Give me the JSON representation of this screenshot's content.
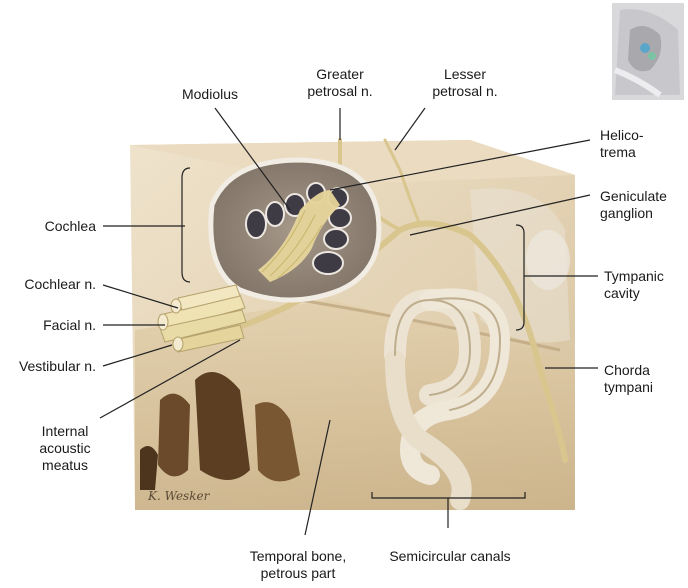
{
  "labels": {
    "modiolus": "Modiolus",
    "greater_petrosal": [
      "Greater",
      "petrosal n."
    ],
    "lesser_petrosal": [
      "Lesser",
      "petrosal n."
    ],
    "helicotrema": [
      "Helico-",
      "trema"
    ],
    "geniculate_ganglion": [
      "Geniculate",
      "ganglion"
    ],
    "cochlea": "Cochlea",
    "cochlear_n": "Cochlear n.",
    "facial_n": "Facial n.",
    "vestibular_n": "Vestibular n.",
    "tympanic_cavity": [
      "Tympanic",
      "cavity"
    ],
    "chorda_tympani": [
      "Chorda",
      "tympani"
    ],
    "internal_acoustic_meatus": [
      "Internal",
      "acoustic",
      "meatus"
    ],
    "temporal_bone": [
      "Temporal bone,",
      "petrous part"
    ],
    "semicircular_canals": "Semicircular canals"
  },
  "signature": "K. Wesker",
  "colors": {
    "bone": "#e6d7bd",
    "bone_shadow": "#cdb894",
    "bone_dark": "#8a6a40",
    "cochlea_cut": "#8e8378",
    "nerve": "#eddca8",
    "leader": "#222222"
  }
}
